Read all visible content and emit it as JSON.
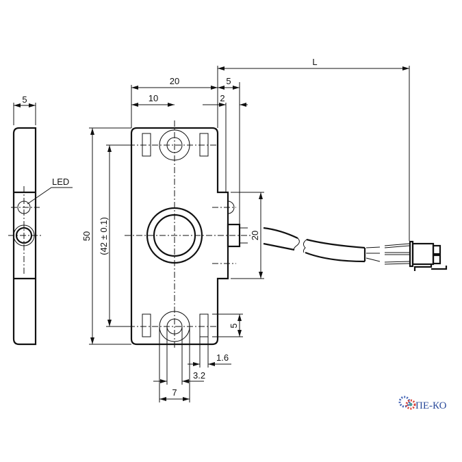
{
  "drawing": {
    "dims": {
      "side_width": "5",
      "led": "LED",
      "width_total": "20",
      "half_width": "10",
      "step": "5",
      "step_small": "2",
      "cable_length": "L",
      "height": "50",
      "hole_spacing": "(42 ± 0.1)",
      "body_ext": "20",
      "slot": "5",
      "slot_w": "1.6",
      "hole_inner": "3.2",
      "hole_outer": "7"
    }
  },
  "logo": {
    "text": "ПЕ-КО",
    "colors": {
      "text": "#2a4a9a",
      "gear1": "#4a6ab8",
      "gear2": "#d9453a"
    }
  }
}
